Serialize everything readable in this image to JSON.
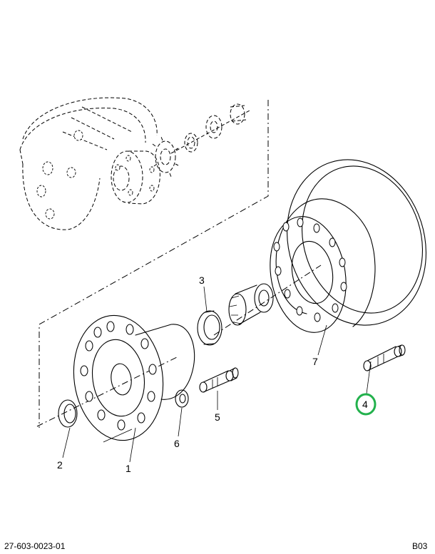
{
  "diagram": {
    "callouts": [
      {
        "id": "1",
        "label": "1"
      },
      {
        "id": "2",
        "label": "2"
      },
      {
        "id": "3",
        "label": "3"
      },
      {
        "id": "4",
        "label": "4",
        "highlighted": true
      },
      {
        "id": "5",
        "label": "5"
      },
      {
        "id": "6",
        "label": "6"
      },
      {
        "id": "7",
        "label": "7"
      }
    ],
    "highlight_color": "#22b14c"
  },
  "footer": {
    "drawing_number": "27-603-0023-01",
    "sheet_code": "B03"
  }
}
